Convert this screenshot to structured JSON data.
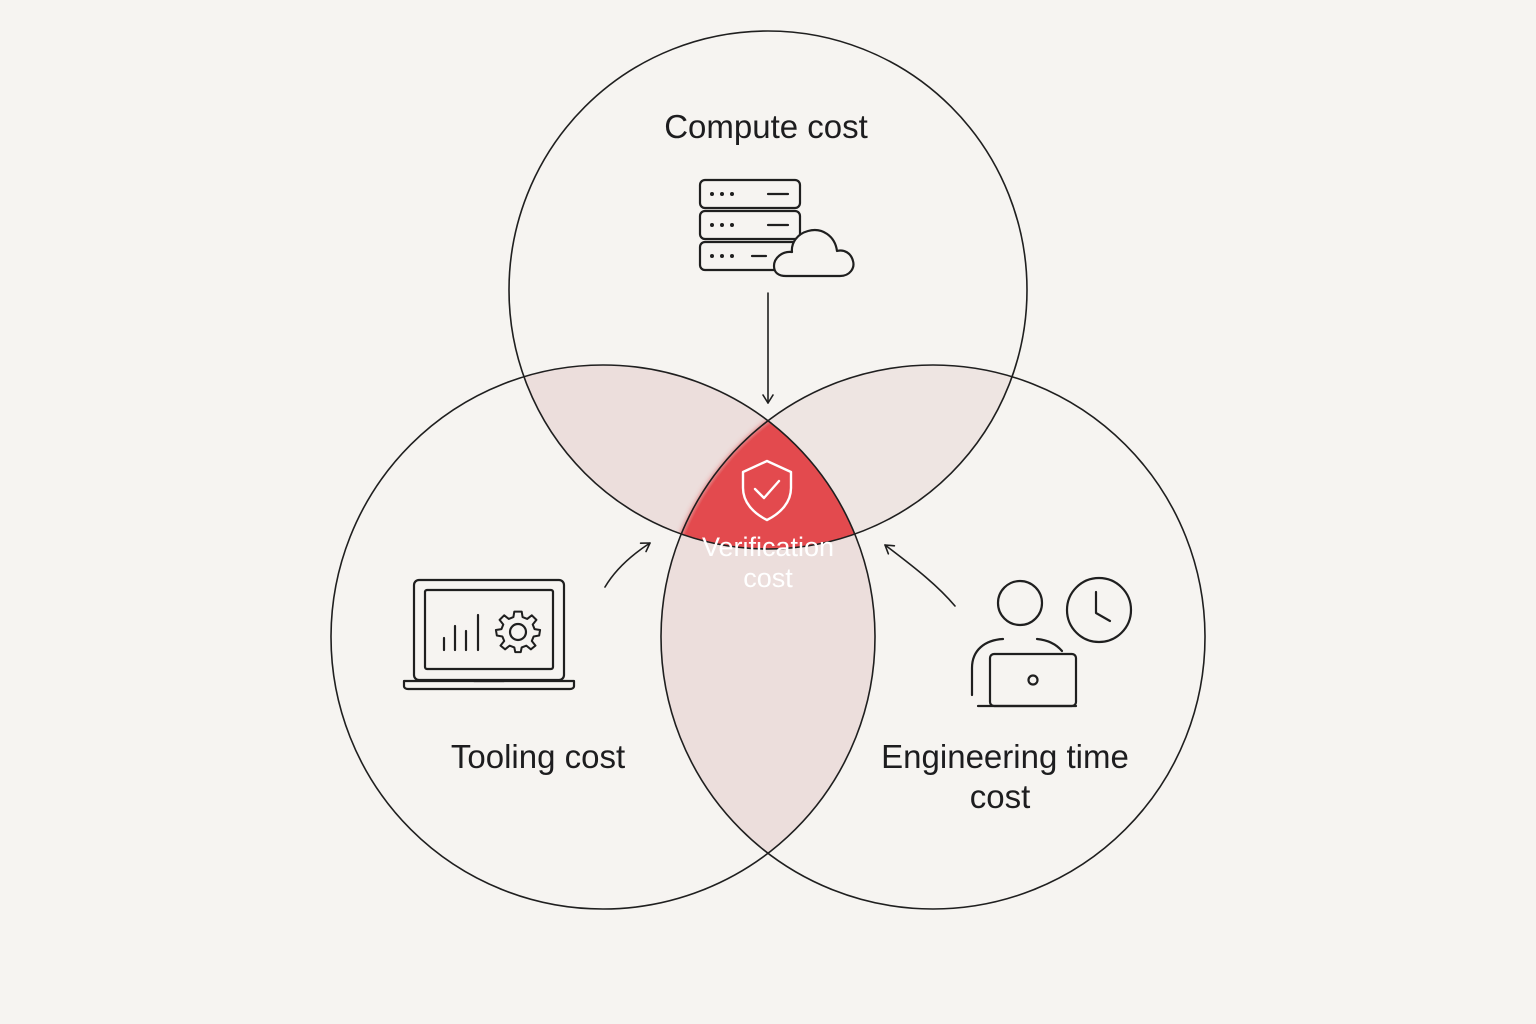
{
  "diagram": {
    "top_circle_label": "Compute cost",
    "left_circle_label": "Tooling cost",
    "right_circle_label_line1": "Engineering time",
    "right_circle_label_line2": "cost",
    "center_label_line1": "Verification",
    "center_label_line2": "cost"
  },
  "colors": {
    "background": "#f6f4f1",
    "center_accent": "#e2474b",
    "overlap_tint": "#ead9d8",
    "stroke": "#1f1f1f"
  },
  "icons": {
    "top": [
      "server-rack-icon",
      "cloud-icon"
    ],
    "left": [
      "laptop-analytics-icon",
      "gear-icon",
      "bar-chart-icon"
    ],
    "right": [
      "engineer-at-laptop-icon",
      "clock-icon"
    ],
    "center": "shield-check-icon"
  }
}
